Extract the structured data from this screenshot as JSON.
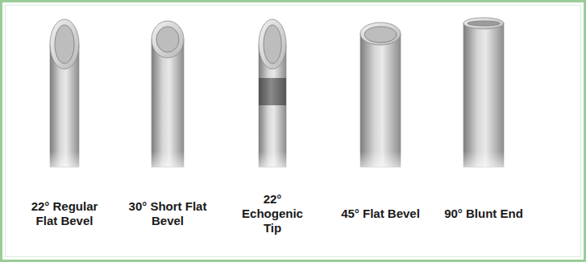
{
  "diagram": {
    "labels": [
      "22° Regular Flat Bevel",
      "30° Short Flat Bevel",
      "22° Echogenic Tip",
      "45° Flat Bevel",
      "90° Blunt End"
    ]
  }
}
